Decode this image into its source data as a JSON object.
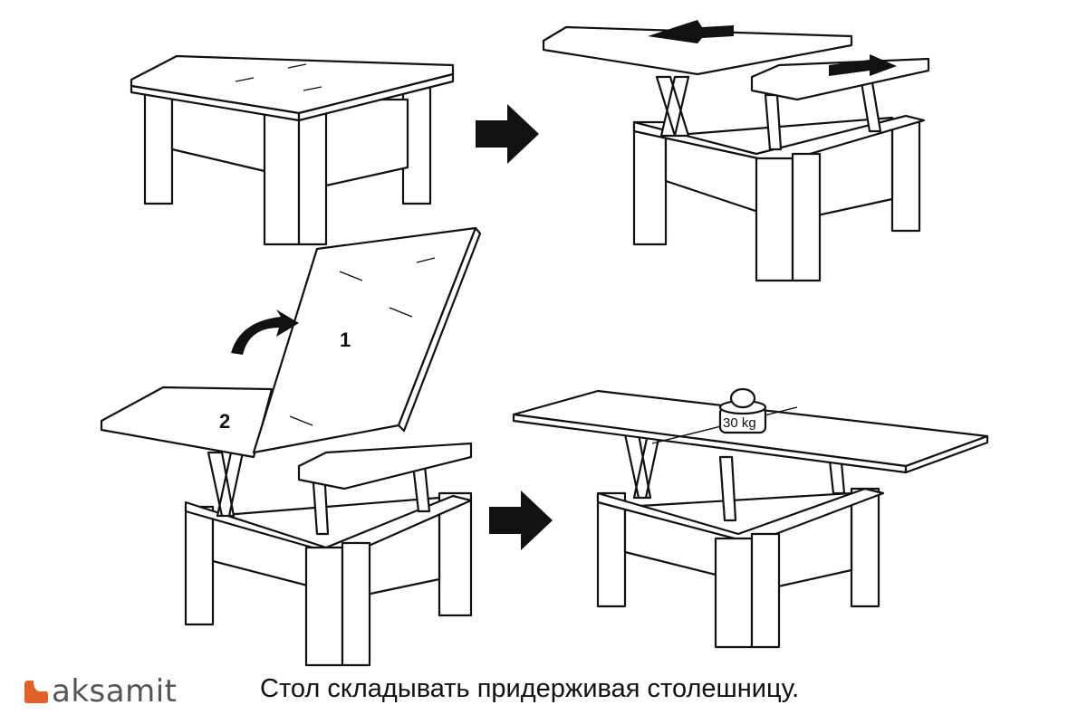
{
  "diagram": {
    "step_labels": {
      "panel_1": "1",
      "panel_2": "2"
    },
    "weight_label": "30 kg",
    "caption": "Стол складывать придерживая столешницу.",
    "logo_text": "aksamit",
    "colors": {
      "logo_accent": "#e0622a",
      "line": "#111111"
    }
  }
}
